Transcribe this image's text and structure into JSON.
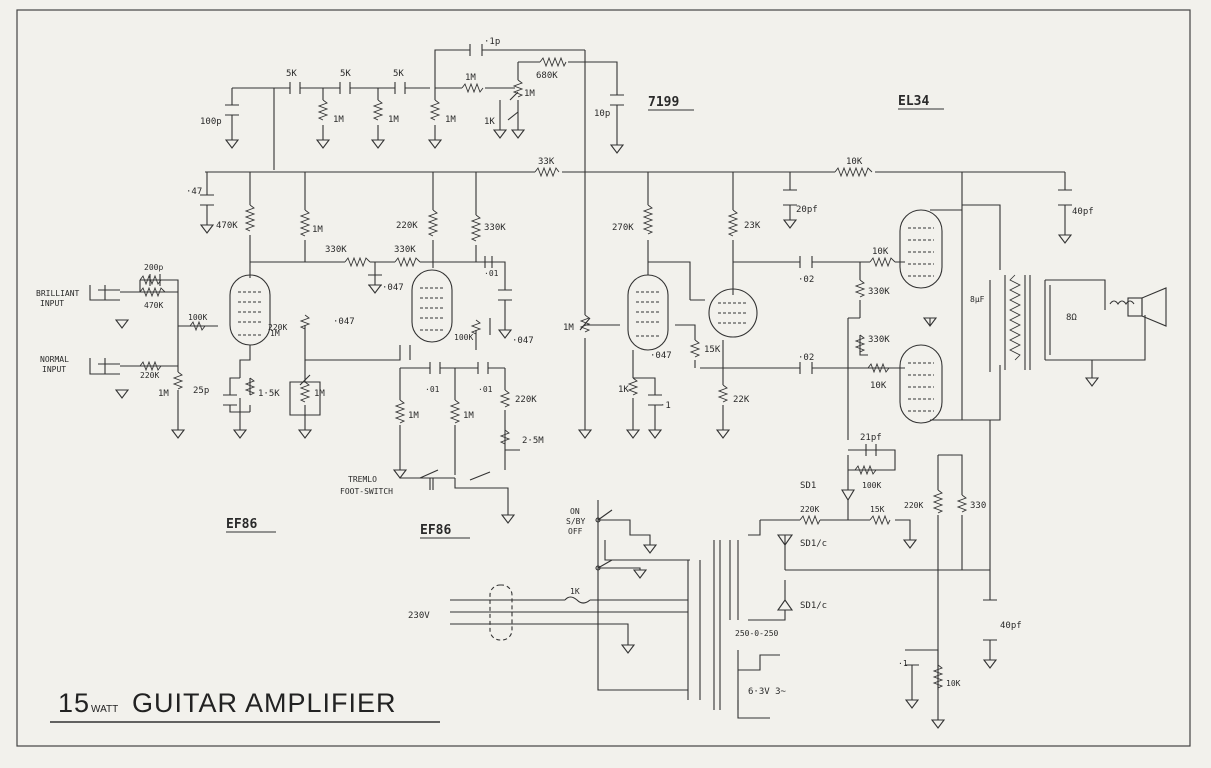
{
  "title": {
    "number": "15",
    "unit": "WATT",
    "text": "GUITAR AMPLIFIER"
  },
  "tubes": [
    "EF86",
    "EF86",
    "7199",
    "EL34"
  ],
  "inputs": {
    "brilliant": [
      "BRILLIANT",
      "INPUT"
    ],
    "normal": [
      "NORMAL",
      "INPUT"
    ]
  },
  "switches": {
    "tremolo": [
      "TREMLO",
      "FOOT-SWITCH"
    ],
    "standby": [
      "ON",
      "S/BY",
      "OFF"
    ]
  },
  "mains": "230V",
  "heater": "6·3V 3~",
  "ht_winding": "250-0-250",
  "speaker": "8Ω",
  "rectifiers": [
    "SD1",
    "SD1/c",
    "SD1/c"
  ],
  "components": {
    "tone": [
      "5K",
      "5K",
      "5K",
      "100p",
      "1M",
      "1M",
      "1M",
      "1M",
      "1K",
      "1M",
      "680K",
      "10p",
      "·1p"
    ],
    "stage1": [
      "·47",
      "470K",
      "200p",
      "470K",
      "100K",
      "220K",
      "1M",
      "25p",
      "1·5K",
      "1M",
      "1M"
    ],
    "stage2": [
      "1M",
      "330K",
      "330K",
      "220K",
      "330K",
      "·01",
      "·047",
      "220K",
      "·047",
      "100K",
      "·047",
      "·01",
      "·01",
      "1M",
      "1M",
      "220K",
      "2·5M"
    ],
    "phase": [
      "33K",
      "270K",
      "23K",
      "1M",
      "·047",
      "1K",
      "·1",
      "15K",
      "22K",
      "·02",
      "·02",
      "20pf"
    ],
    "output": [
      "10K",
      "40pf",
      "10K",
      "330K",
      "330K",
      "10K",
      "8μF",
      "21pf",
      "100K",
      "220K",
      "330",
      "220K",
      "15K",
      "40pf",
      "·1",
      "10K",
      "1K"
    ]
  }
}
